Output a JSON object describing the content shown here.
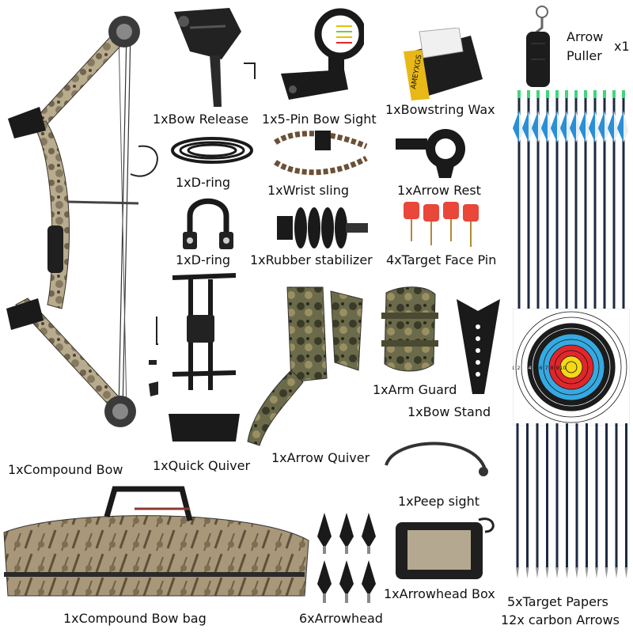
{
  "labels": {
    "compound_bow": "1xCompound Bow",
    "bow_release": "1xBow Release",
    "bow_sight": "1x5-Pin Bow Sight",
    "bowstring_wax": "1xBowstring Wax",
    "arrow_puller_line1": "Arrow",
    "arrow_puller_line2": "Puller",
    "arrow_puller_qty": "x1",
    "d_ring_1": "1xD-ring",
    "wrist_sling": "1xWrist sling",
    "arrow_rest": "1xArrow Rest",
    "d_ring_2": "1xD-ring",
    "rubber_stabilizer": "1xRubber stabilizer",
    "target_face_pin": "4xTarget Face Pin",
    "arm_guard": "1xArm Guard",
    "bow_stand": "1xBow Stand",
    "quick_quiver": "1xQuick Quiver",
    "arrow_quiver": "1xArrow Quiver",
    "peep_sight": "1xPeep sight",
    "compound_bow_bag": "1xCompound Bow bag",
    "arrowhead": "6xArrowhead",
    "arrowhead_box": "1xArrowhead Box",
    "target_papers": "5xTarget Papers",
    "carbon_arrows": "12x carbon Arrows"
  },
  "printed_marks": {
    "wax_brand": "AMEYXGS",
    "target_ring_numbers": [
      "1",
      "2",
      "3",
      "4",
      "5",
      "6",
      "7",
      "8",
      "9",
      "10"
    ]
  },
  "colors": {
    "camo_light": "#b8ab8e",
    "camo_dark": "#5a4e3b",
    "black": "#1a1a1a",
    "arrow_fletch_blue": "#2a8fd6",
    "arrow_fletch_white": "#e8eef2",
    "arrow_nock_green": "#3fd67a",
    "target_yellow": "#f5d816",
    "target_red": "#e1262b",
    "target_blue": "#36a9e1",
    "target_black": "#1c1c1c",
    "pin_red": "#e8473a"
  }
}
